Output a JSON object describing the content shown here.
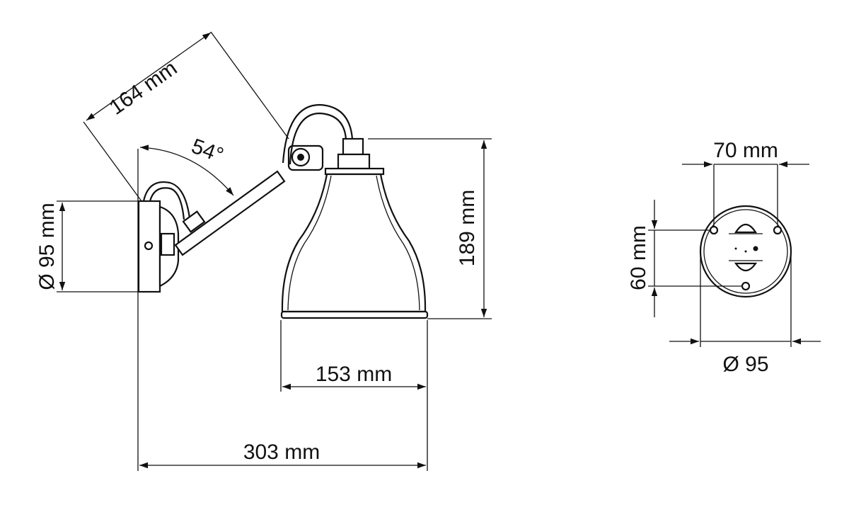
{
  "diagram": {
    "side_view": {
      "arm_length": "164 mm",
      "arm_angle": "54°",
      "shade_height": "189 mm",
      "shade_diameter": "153 mm",
      "total_depth": "303 mm",
      "base_diameter": "Ø 95 mm"
    },
    "back_plate_view": {
      "hole_spacing_horizontal": "70 mm",
      "hole_spacing_vertical": "60 mm",
      "plate_diameter": "Ø 95"
    }
  }
}
